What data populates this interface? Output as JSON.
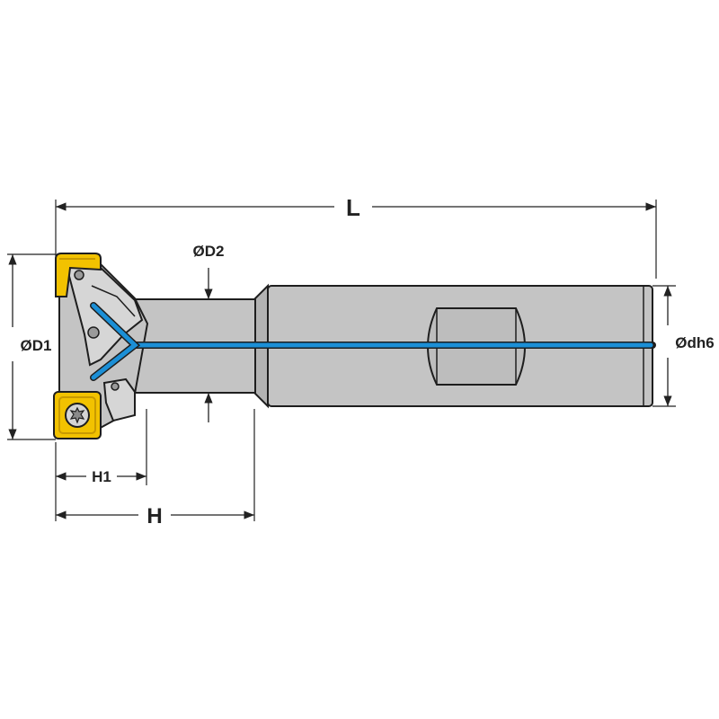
{
  "labels": {
    "L": "L",
    "D2": "ØD2",
    "D1": "ØD1",
    "dh6": "Ødh6",
    "H1": "H1",
    "H": "H"
  },
  "colors": {
    "body": "#c4c4c4",
    "body_dark": "#a8a8a8",
    "outline": "#1e1e1e",
    "coolant": "#1b8fd6",
    "insert": "#f2c200",
    "insert_dark": "#c99a00",
    "dimension": "#222222"
  }
}
